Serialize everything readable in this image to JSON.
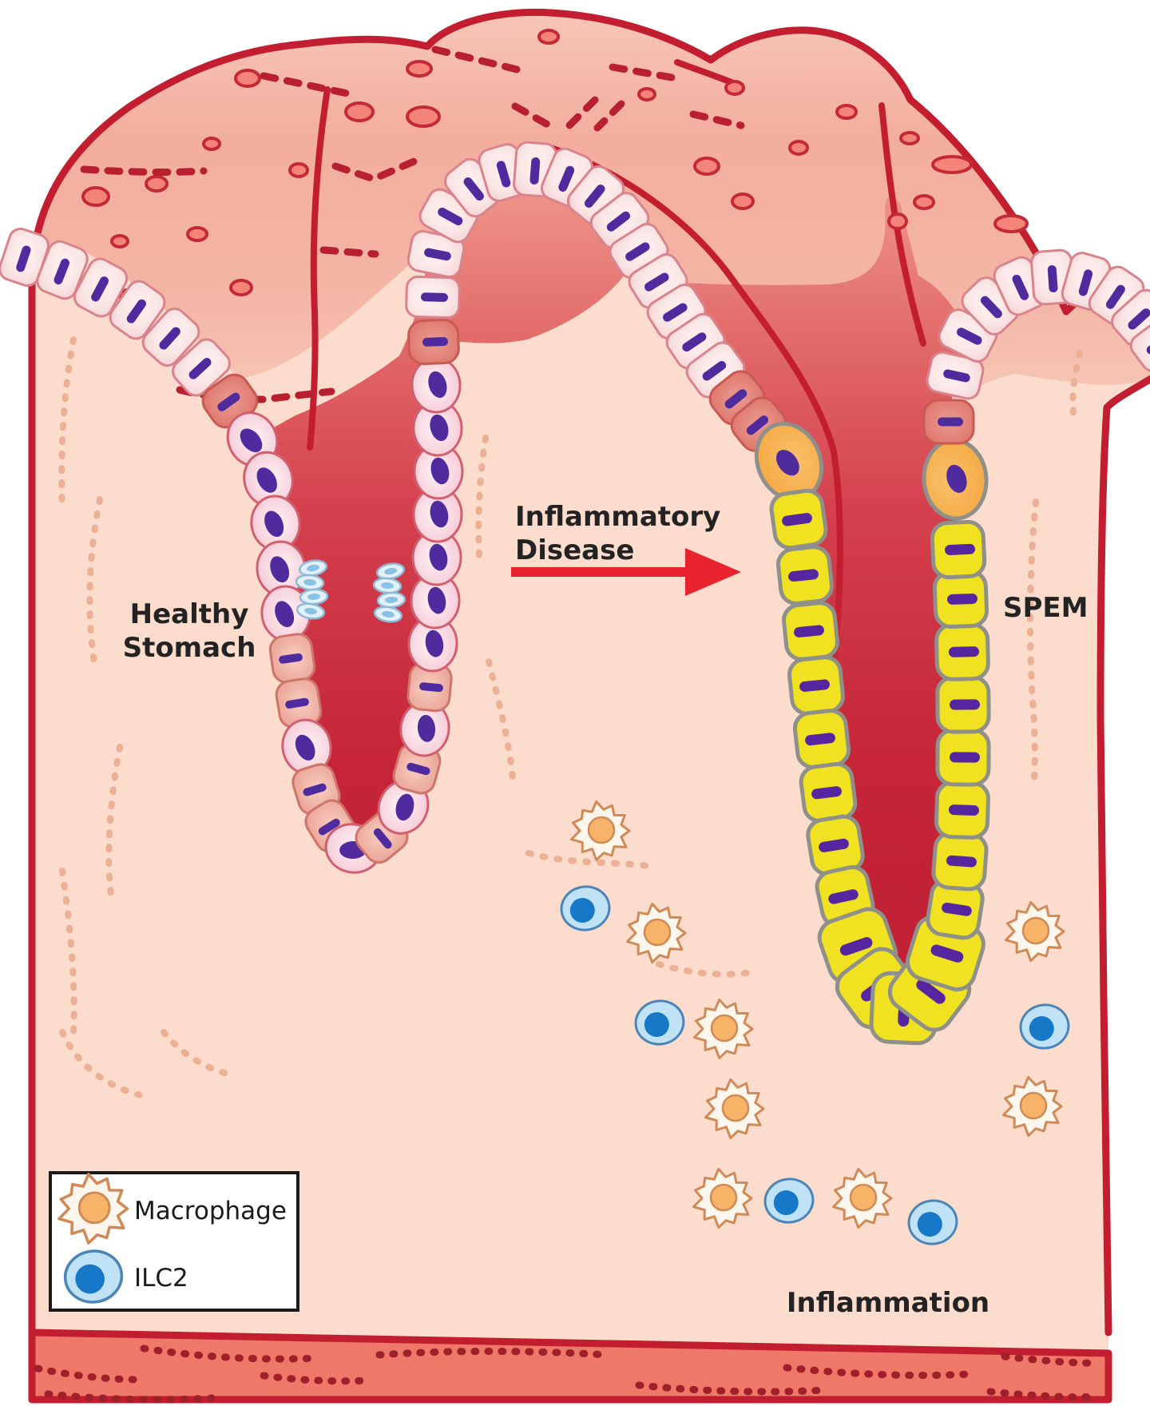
{
  "labels": {
    "healthy": {
      "line1": "Healthy",
      "line2": "Stomach"
    },
    "inflammatory": {
      "line1": "Inflammatory",
      "line2": "Disease"
    },
    "spem": "SPEM",
    "inflammation": "Inflammation"
  },
  "legend": {
    "items": [
      {
        "label": "Macrophage"
      },
      {
        "label": "ILC2"
      }
    ]
  },
  "colors": {
    "outline_red": "#c21e30",
    "surface_pink_top": "#f7c9ba",
    "surface_pink_mid": "#f3ad9d",
    "interstitium": "#fcdccd",
    "lumen_light": "#f0988d",
    "lumen_dark": "#c22136",
    "healthy_cell_pink": "#f8d3de",
    "cell_nucleus_purple": "#4f2b9e",
    "spem_yellow": "#f0e221",
    "spem_outline_gray": "#8e9089",
    "spem_nucleus_purple": "#5526a0",
    "orange_cell": "#f4a338",
    "macrophage_body": "#fdf6ec",
    "macrophage_nucleus": "#f7b469",
    "macrophage_outline": "#d08a58",
    "ilc2_body": "#bfe2f6",
    "ilc2_nucleus": "#1878c8",
    "ilc2_outline": "#4d84b8",
    "blue_stack_body": "#e2f1fa",
    "blue_stack_outline": "#8fb9d6",
    "blue_stack_core": "#88c2e4",
    "arrow_red": "#e8232e",
    "muscle_band": "#ef7969",
    "surface_dot_fill": "#f4837a",
    "surface_dot_stroke": "#c42a35",
    "dash_red": "#b81f2f",
    "dot_peach": "#ecb095",
    "band_dot_red": "#9f1f2b",
    "label_text": "#232323",
    "legend_border": "#1a1a1a"
  }
}
